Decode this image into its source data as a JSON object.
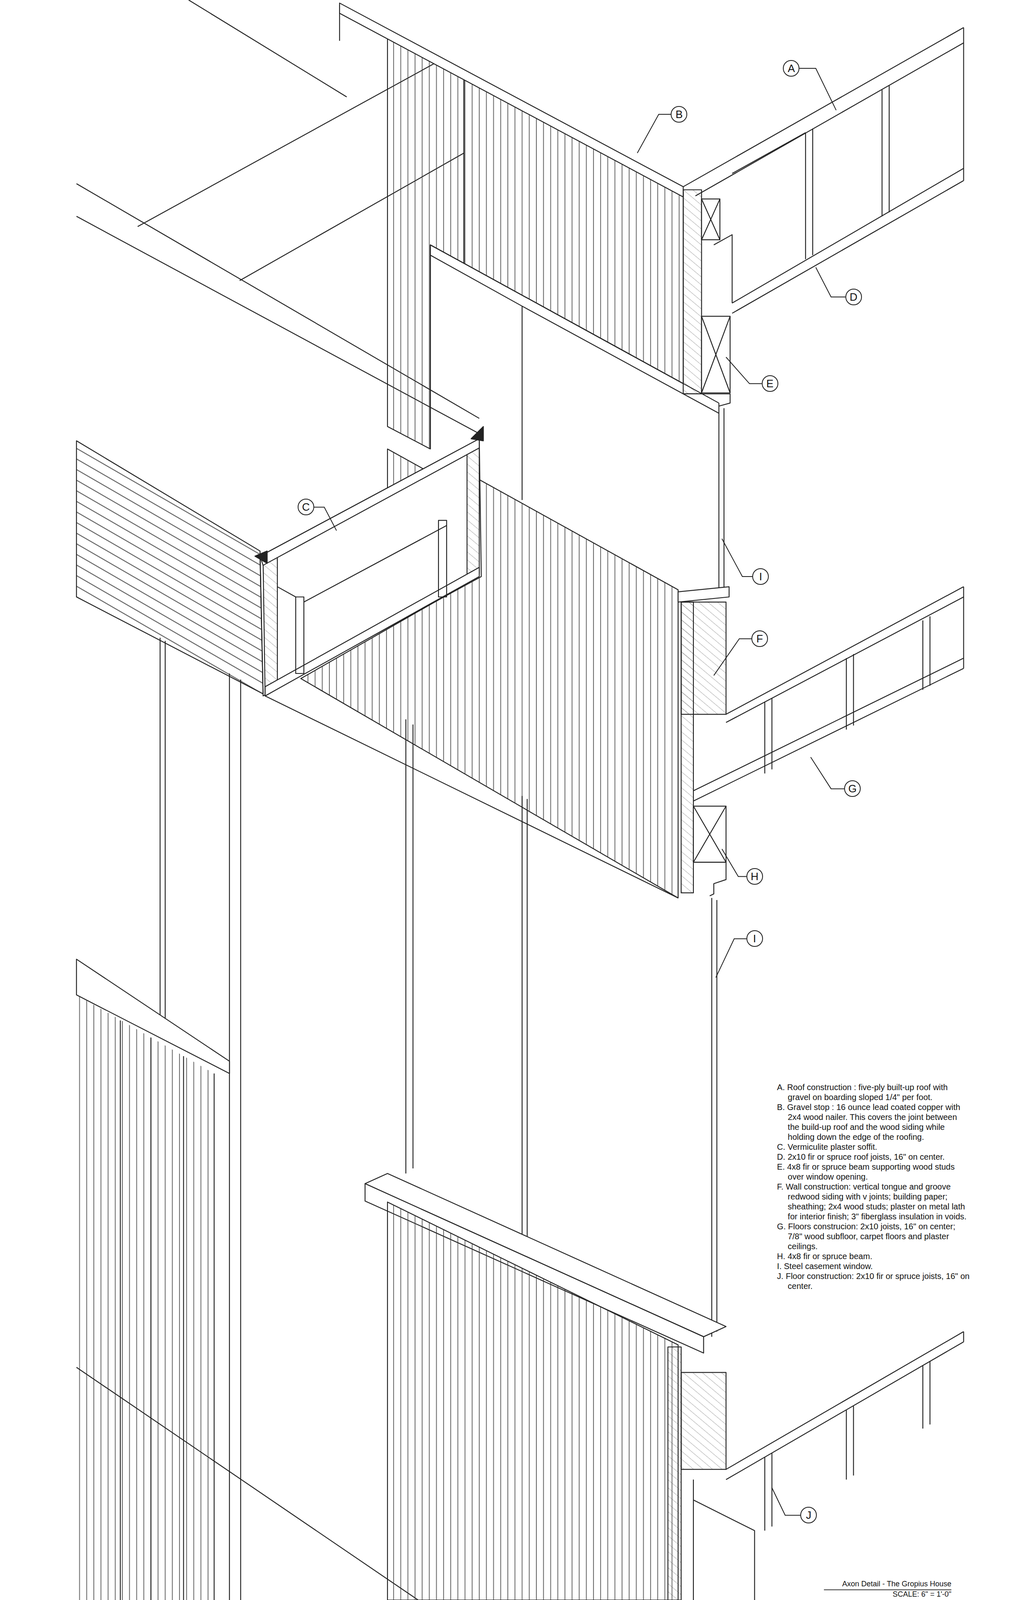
{
  "diagram": {
    "title": "Axon Detail - The Gropius House",
    "nodes": [
      {
        "text": [
          "A"
        ]
      },
      {
        "text": [
          "B"
        ]
      },
      {
        "text": [
          "C"
        ]
      },
      {
        "text": [
          "D"
        ]
      },
      {
        "text": [
          "E"
        ]
      },
      {
        "text": [
          "F"
        ]
      },
      {
        "text": [
          "G"
        ]
      },
      {
        "text": [
          "H"
        ]
      },
      {
        "text": [
          "I"
        ]
      },
      {
        "text": [
          "I"
        ]
      },
      {
        "text": [
          "J"
        ]
      }
    ],
    "labels": [
      "A. Roof construction : five-ply built-up roof with gravel on boarding sloped 1/4\" per foot.",
      "B. Gravel stop : 16 ounce lead coated copper with 2x4 wood nailer. This covers the joint between the build-up roof and the wood siding while holding down the edge of the roofing.",
      "C. Vermiculite plaster soffit.",
      "D. 2x10 fir or spruce roof joists, 16\" on center.",
      "E. 4x8 fir or spruce beam supporting wood studs over window opening.",
      "F. Wall construction: vertical tongue and groove redwood siding with v joints; building paper; sheathing; 2x4 wood studs; plaster on metal lath for interior finish; 3\" fiberglass insulation in voids.",
      "G. Floors construcion: 2x10 joists, 16\" on center; 7/8\" wood subfloor, carpet floors and plaster ceilings.",
      "H. 4x8 fir or spruce beam.",
      "I. Steel casement window.",
      "J. Floor construction: 2x10 fir or spruce joists, 16\" on center.",
      "SCALE: 6\" = 1'-0\""
    ]
  }
}
